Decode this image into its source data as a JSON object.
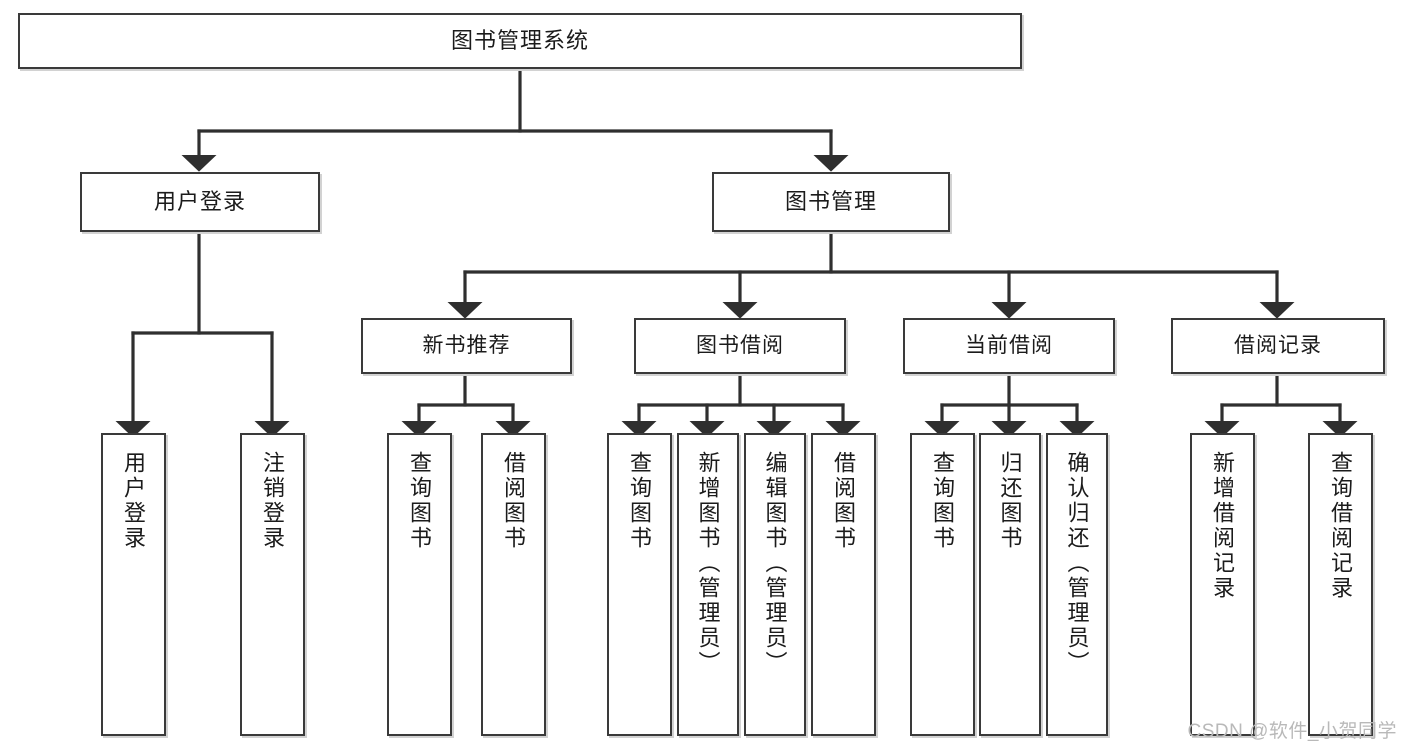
{
  "diagram": {
    "type": "tree",
    "title": "图书管理系统",
    "orientation": "top-down",
    "watermark": "CSDN @软件_小贺同学",
    "colors": {
      "background": "#ffffff",
      "node_border": "#3a3a3a",
      "node_fill": "#ffffff",
      "node_shadow": "#d2d2d2",
      "edge": "#2f2f2f",
      "text": "#1b1b1b",
      "watermark": "#b9b9b9"
    },
    "nodes": {
      "root": {
        "label": "图书管理系统"
      },
      "level2": [
        {
          "id": "user-login",
          "label": "用户登录"
        },
        {
          "id": "book-manage",
          "label": "图书管理"
        }
      ],
      "level3": [
        {
          "id": "new-book-recommend",
          "label": "新书推荐"
        },
        {
          "id": "book-borrow",
          "label": "图书借阅"
        },
        {
          "id": "current-borrow",
          "label": "当前借阅"
        },
        {
          "id": "borrow-record",
          "label": "借阅记录"
        }
      ],
      "leaves": {
        "user-login": [
          {
            "id": "leaf-user-login",
            "label": "用户登录"
          },
          {
            "id": "leaf-user-logout",
            "label": "注销登录"
          }
        ],
        "new-book-recommend": [
          {
            "id": "leaf-query-book-1",
            "label": "查询图书"
          },
          {
            "id": "leaf-borrow-book-1",
            "label": "借阅图书"
          }
        ],
        "book-borrow": [
          {
            "id": "leaf-query-book-2",
            "label": "查询图书"
          },
          {
            "id": "leaf-add-book",
            "label": "新增图书（管理员）"
          },
          {
            "id": "leaf-edit-book",
            "label": "编辑图书（管理员）"
          },
          {
            "id": "leaf-borrow-book-2",
            "label": "借阅图书"
          }
        ],
        "current-borrow": [
          {
            "id": "leaf-query-book-3",
            "label": "查询图书"
          },
          {
            "id": "leaf-return-book",
            "label": "归还图书"
          },
          {
            "id": "leaf-confirm-return",
            "label": "确认归还（管理员）"
          }
        ],
        "borrow-record": [
          {
            "id": "leaf-add-record",
            "label": "新增借阅记录"
          },
          {
            "id": "leaf-query-record",
            "label": "查询借阅记录"
          }
        ]
      }
    },
    "edges": [
      {
        "from": "图书管理系统",
        "to": "用户登录"
      },
      {
        "from": "图书管理系统",
        "to": "图书管理"
      },
      {
        "from": "用户登录",
        "to": "用户登录"
      },
      {
        "from": "用户登录",
        "to": "注销登录"
      },
      {
        "from": "图书管理",
        "to": "新书推荐"
      },
      {
        "from": "图书管理",
        "to": "图书借阅"
      },
      {
        "from": "图书管理",
        "to": "当前借阅"
      },
      {
        "from": "图书管理",
        "to": "借阅记录"
      },
      {
        "from": "新书推荐",
        "to": "查询图书"
      },
      {
        "from": "新书推荐",
        "to": "借阅图书"
      },
      {
        "from": "图书借阅",
        "to": "查询图书"
      },
      {
        "from": "图书借阅",
        "to": "新增图书（管理员）"
      },
      {
        "from": "图书借阅",
        "to": "编辑图书（管理员）"
      },
      {
        "from": "图书借阅",
        "to": "借阅图书"
      },
      {
        "from": "当前借阅",
        "to": "查询图书"
      },
      {
        "from": "当前借阅",
        "to": "归还图书"
      },
      {
        "from": "当前借阅",
        "to": "确认归还（管理员）"
      },
      {
        "from": "借阅记录",
        "to": "新增借阅记录"
      },
      {
        "from": "借阅记录",
        "to": "查询借阅记录"
      }
    ]
  }
}
